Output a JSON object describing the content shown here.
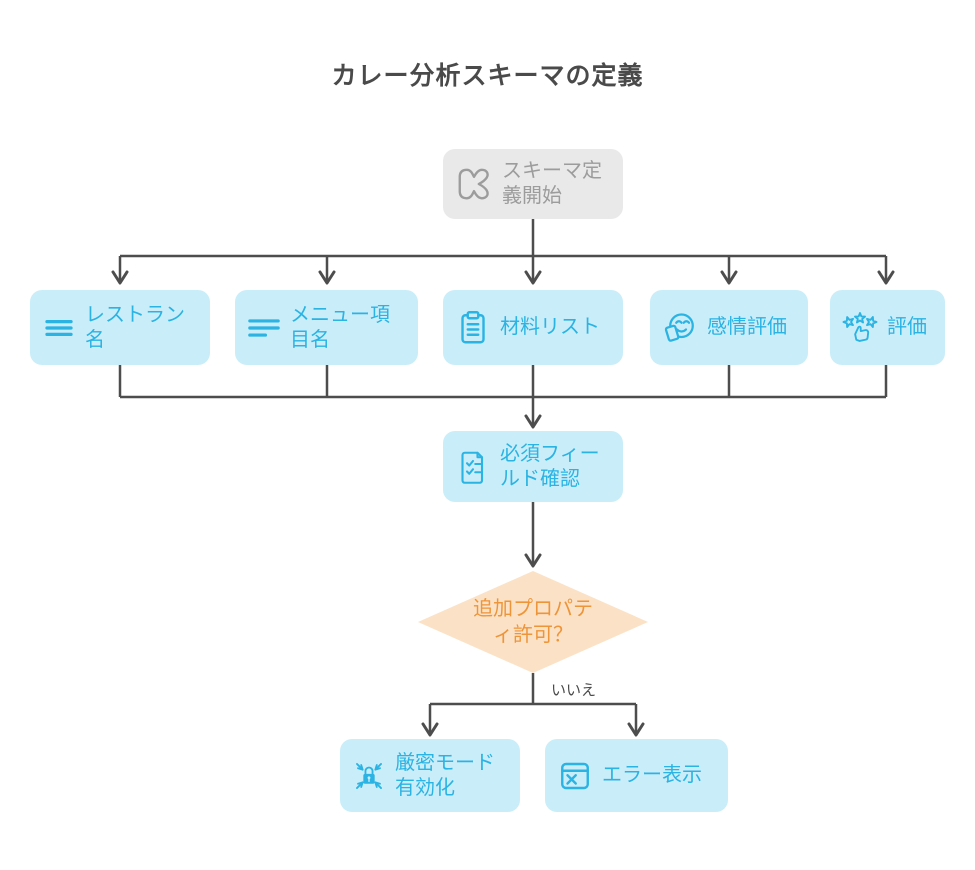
{
  "title": "カレー分析スキーマの定義",
  "colors": {
    "node_fill_blue": "#c9edf9",
    "node_text_blue": "#2ab3e3",
    "node_fill_gray": "#e9e9e9",
    "node_text_gray": "#9c9c9c",
    "decision_fill": "#fbe2c6",
    "decision_text": "#ee9439",
    "edge": "#4d4d4d",
    "title_text": "#4a4a4a",
    "background": "#ffffff"
  },
  "nodes": {
    "start": {
      "label": "スキーマ定義開始",
      "icon": "blob-shape-icon"
    },
    "restaurant_name": {
      "label": "レストラン名",
      "icon": "hamburger-lines-icon"
    },
    "menu_item_name": {
      "label": "メニュー項目名",
      "icon": "text-lines-icon"
    },
    "ingredient_list": {
      "label": "材料リスト",
      "icon": "clipboard-icon"
    },
    "sentiment_rating": {
      "label": "感情評価",
      "icon": "feedback-face-icon"
    },
    "rating": {
      "label": "評価",
      "icon": "stars-thumbs-up-icon"
    },
    "required_field_check": {
      "label": "必須フィールド確認",
      "icon": "checklist-document-icon"
    },
    "additional_properties": {
      "label": "追加プロパティ許可？"
    },
    "strict_mode": {
      "label": "厳密モード有効化",
      "icon": "lock-compress-icon"
    },
    "error_display": {
      "label": "エラー表示",
      "icon": "error-window-icon"
    }
  },
  "edges": {
    "decision_no_label": "いいえ"
  }
}
